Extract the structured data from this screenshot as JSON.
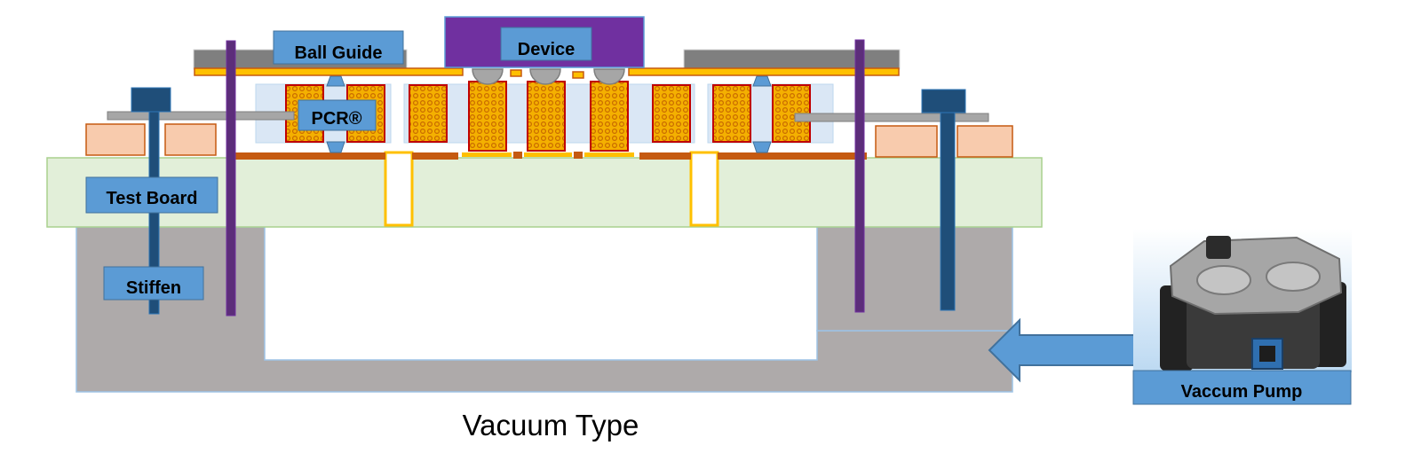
{
  "labels": {
    "ball_guide": "Ball Guide",
    "device": "Device",
    "pcr": "PCR®",
    "test_board": "Test Board",
    "stiffen": "Stiffen",
    "pump": "Vaccum Pump"
  },
  "caption": "Vacuum Type",
  "colors": {
    "device": "#7030a0",
    "label_box": "#5b9bd5",
    "test_board": "#e2efd9",
    "base": "#aeaaaa",
    "copper": "#c55a11",
    "gold": "#ffc000",
    "pcr_body": "#dae7f5",
    "rod_purple": "#5c2d7a",
    "rod_blue": "#1f4e79",
    "pad": "#f8cbad",
    "cover": "#7f7f7f"
  },
  "icons": [
    "vacuum-pump-image",
    "flow-arrow-icon"
  ]
}
